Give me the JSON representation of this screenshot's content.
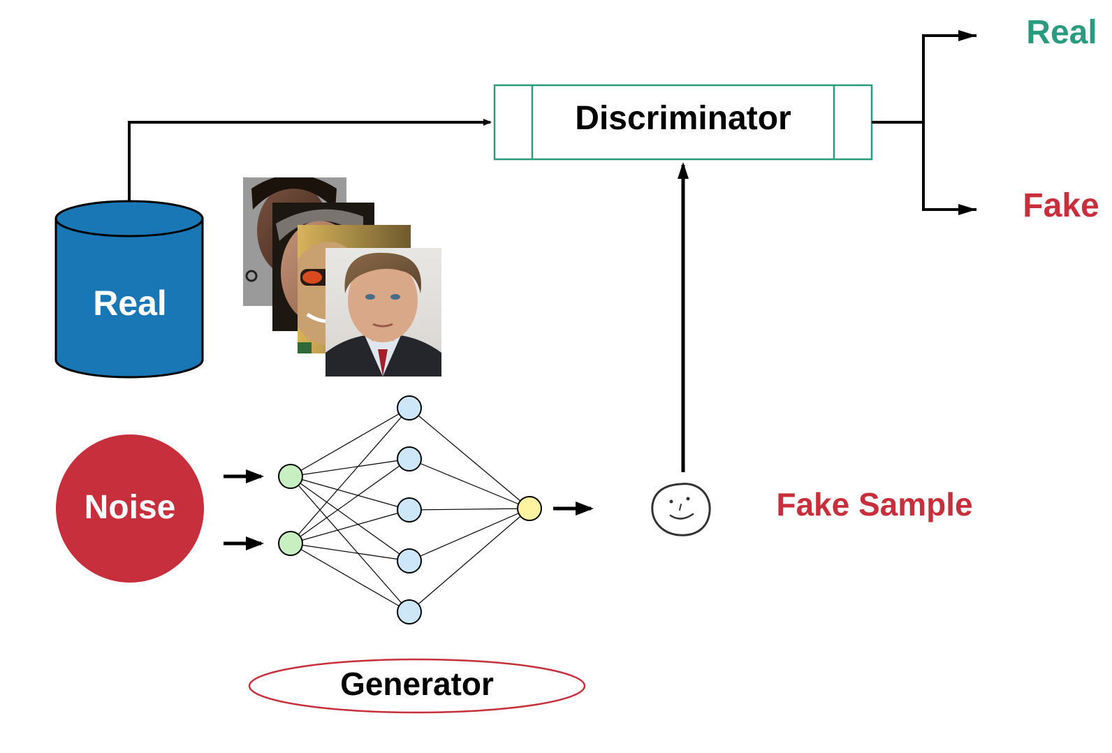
{
  "labels": {
    "real_db": "Real",
    "noise": "Noise",
    "generator": "Generator",
    "discriminator": "Discriminator",
    "fake_sample": "Fake Sample",
    "out_real": "Real",
    "out_fake": "Fake"
  },
  "icons": {
    "database": "database-icon",
    "faces": "face-photos",
    "fake_face": "hand-drawn-smiley-icon"
  },
  "colors": {
    "database_fill": "#1a77b5",
    "noise_fill": "#c62f3b",
    "discriminator_border": "#2a9b7e",
    "generator_border": "#c62f3b",
    "real_text": "#2a9b7e",
    "fake_text": "#c62f3b",
    "input_node": "#c8efc2",
    "hidden_node": "#cde7f8",
    "output_node": "#fdf3a0"
  },
  "network": {
    "input_nodes": 2,
    "hidden_nodes": 5,
    "output_nodes": 1
  }
}
